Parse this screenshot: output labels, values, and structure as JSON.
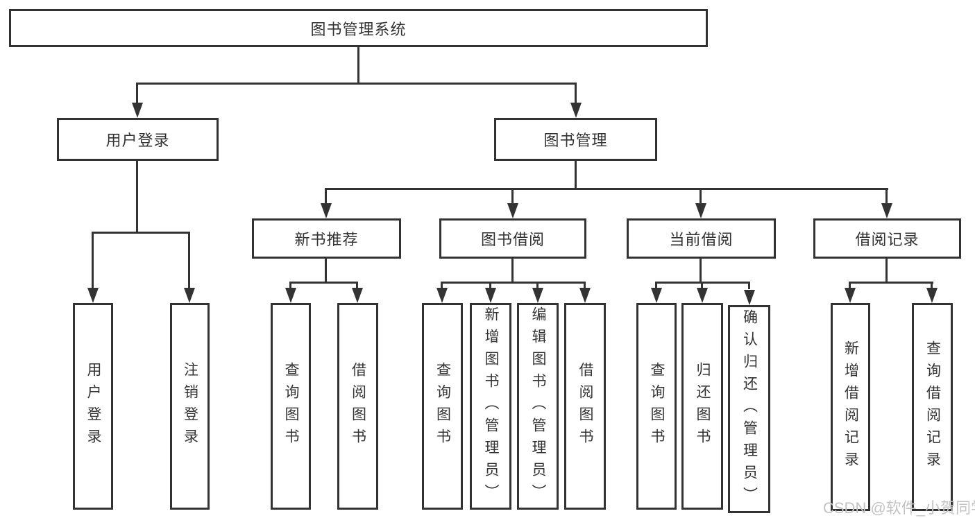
{
  "tree": {
    "root": {
      "label": "图书管理系统"
    },
    "branches": [
      {
        "label": "用户登录",
        "children": [
          {
            "label": "用户登录"
          },
          {
            "label": "注销登录"
          }
        ]
      },
      {
        "label": "图书管理",
        "groups": [
          {
            "label": "新书推荐",
            "children": [
              {
                "label": "查询图书"
              },
              {
                "label": "借阅图书"
              }
            ]
          },
          {
            "label": "图书借阅",
            "children": [
              {
                "label": "查询图书"
              },
              {
                "label": "新增图书（管理员）"
              },
              {
                "label": "编辑图书（管理员）"
              },
              {
                "label": "借阅图书"
              }
            ]
          },
          {
            "label": "当前借阅",
            "children": [
              {
                "label": "查询图书"
              },
              {
                "label": "归还图书"
              },
              {
                "label": "确认归还（管理员）"
              }
            ]
          },
          {
            "label": "借阅记录",
            "children": [
              {
                "label": "新增借阅记录"
              },
              {
                "label": "查询借阅记录"
              }
            ]
          }
        ]
      }
    ]
  },
  "watermark": {
    "text": "CSDN @软件_小贺同学"
  },
  "colors": {
    "line": "#333333",
    "text": "#333333",
    "watermark": "#c3c3c3",
    "background": "#ffffff"
  }
}
